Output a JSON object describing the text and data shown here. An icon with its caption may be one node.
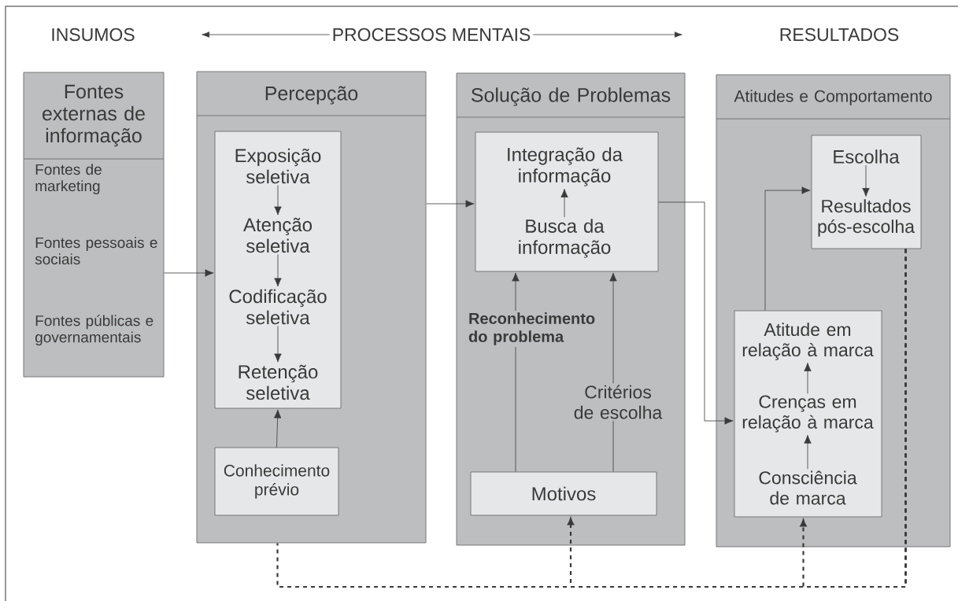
{
  "diagram": {
    "nodes": [
      {
        "text": [
          "Fontes externas de informação",
          "Fontes de marketing",
          "Fontes pessoais e sociais",
          "Fontes públicas e governamentais"
        ]
      },
      {
        "text": [
          "Percepção"
        ]
      },
      {
        "text": [],
        "shape": "box",
        "in": 1
      },
      {
        "text": [
          "Exposição seletiva"
        ],
        "in": 2
      },
      {
        "text": [
          "Atenção seletiva"
        ],
        "in": 2
      },
      {
        "text": [
          "Codificação seletiva"
        ],
        "in": 2
      },
      {
        "text": [
          "Retenção seletiva"
        ],
        "in": 2
      },
      {
        "text": [
          "Conhecimento prévio"
        ],
        "in": 1
      },
      {
        "text": [
          "Solução de Problemas"
        ]
      },
      {
        "text": [],
        "shape": "box",
        "in": 8
      },
      {
        "text": [
          "Integração da informação"
        ],
        "in": 9
      },
      {
        "text": [
          "Busca da informação"
        ],
        "in": 9
      },
      {
        "text": [
          "Motivos"
        ],
        "in": 8
      },
      {
        "text": [
          "Reconhecimento do problema"
        ],
        "in": 8
      },
      {
        "text": [
          "Critérios de escolha"
        ],
        "in": 8
      },
      {
        "text": [
          "Atitudes e Comportamento"
        ]
      },
      {
        "text": [],
        "shape": "box",
        "in": 15
      },
      {
        "text": [
          "Escolha"
        ],
        "in": 16
      },
      {
        "text": [
          "Resultados pós-escolha"
        ],
        "in": 16
      },
      {
        "text": [],
        "shape": "box",
        "in": 15
      },
      {
        "text": [
          "Atitude em relação à marca"
        ],
        "in": 19
      },
      {
        "text": [
          "Crenças em relação à marca"
        ],
        "in": 19
      },
      {
        "text": [
          "Consciência de marca"
        ],
        "in": 19
      }
    ],
    "edges": [
      {
        "from": 0,
        "to": 2,
        "arrow": "to"
      },
      {
        "from": 3,
        "to": 4,
        "arrow": "to"
      },
      {
        "from": 4,
        "to": 5,
        "arrow": "to"
      },
      {
        "from": 5,
        "to": 6,
        "arrow": "to"
      },
      {
        "from": 7,
        "to": 2,
        "arrow": "to"
      },
      {
        "from": 1,
        "to": 9,
        "arrow": "to"
      },
      {
        "from": 11,
        "to": 10,
        "arrow": "to"
      },
      {
        "from": 12,
        "to": 13,
        "arrow": "none"
      },
      {
        "from": 13,
        "to": 9,
        "arrow": "to"
      },
      {
        "from": 12,
        "to": 14,
        "arrow": "none"
      },
      {
        "from": 14,
        "to": 9,
        "arrow": "to"
      },
      {
        "from": 9,
        "to": 19,
        "arrow": "to"
      },
      {
        "from": 17,
        "to": 18,
        "arrow": "to"
      },
      {
        "from": 22,
        "to": 21,
        "arrow": "to"
      },
      {
        "from": 21,
        "to": 20,
        "arrow": "to"
      },
      {
        "from": 19,
        "to": 16,
        "arrow": "to"
      },
      {
        "from": 16,
        "to": 12,
        "arrow": "to",
        "style": "dashed"
      },
      {
        "from": 16,
        "to": 19,
        "arrow": "to",
        "style": "dashed"
      },
      {
        "from": 16,
        "to": 1,
        "arrow": "none",
        "style": "dashed"
      }
    ],
    "labels": [
      "INSUMOS",
      "PROCESSOS MENTAIS",
      "RESULTADOS"
    ]
  }
}
